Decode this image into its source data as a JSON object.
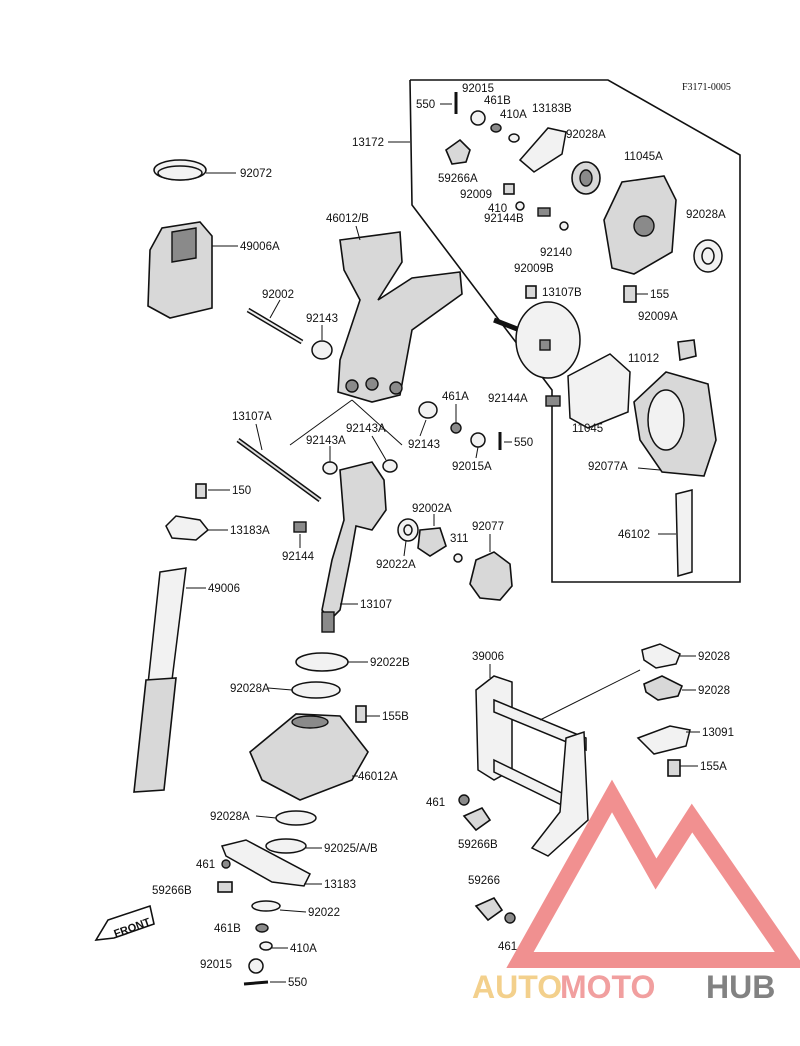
{
  "diagram": {
    "code": "F3171-0005",
    "front_label": "FRONT",
    "labels": {
      "p92072": "92072",
      "p49006A": "49006A",
      "p92002": "92002",
      "p92143_top": "92143",
      "p46012B": "46012/B",
      "p13107A": "13107A",
      "p92143A_left": "92143A",
      "p92143A_mid": "92143A",
      "p92143_mid": "92143",
      "p461A": "461A",
      "p92015A": "92015A",
      "p550_mid": "550",
      "p150": "150",
      "p13183A": "13183A",
      "p92144": "92144",
      "p92002A": "92002A",
      "p92022A": "92022A",
      "p311": "311",
      "p92077": "92077",
      "p49006": "49006",
      "p13107": "13107",
      "p92022B": "92022B",
      "p92028A_mid": "92028A",
      "p155B": "155B",
      "p46012A": "46012A",
      "p92028A_low": "92028A",
      "p92025": "92025/A/B",
      "p461_low": "461",
      "p59266B_low": "59266B",
      "p13183": "13183",
      "p92022": "92022",
      "p461B_low": "461B",
      "p410A_low": "410A",
      "p92015": "92015",
      "p550_low": "550",
      "p13172": "13172",
      "p550_top": "550",
      "p92015_top": "92015",
      "p461B_top": "461B",
      "p410A_top": "410A",
      "p13183B": "13183B",
      "p92028A_top": "92028A",
      "p59266A": "59266A",
      "p92009": "92009",
      "p410": "410",
      "p92144B": "92144B",
      "p11045A": "11045A",
      "p92028A_right": "92028A",
      "p92140": "92140",
      "p92009B": "92009B",
      "p13107B": "13107B",
      "p155": "155",
      "p92009A": "92009A",
      "p11012": "11012",
      "p92144A": "92144A",
      "p11045": "11045",
      "p92077A": "92077A",
      "p46102": "46102",
      "p39006": "39006",
      "p92028_a": "92028",
      "p92028_b": "92028",
      "p13091": "13091",
      "p155A": "155A",
      "p461_right": "461",
      "p59266B_right": "59266B",
      "p59266": "59266",
      "p461_bottom": "461"
    }
  },
  "watermark": {
    "brand_auto": "AUTO",
    "brand_moto": "MOTO",
    "brand_hub": "HUB",
    "colors": {
      "auto": "#f2c879",
      "moto": "#ef8f8f",
      "hub": "#6d6d6d",
      "triangle": "#ee7d7d"
    }
  }
}
